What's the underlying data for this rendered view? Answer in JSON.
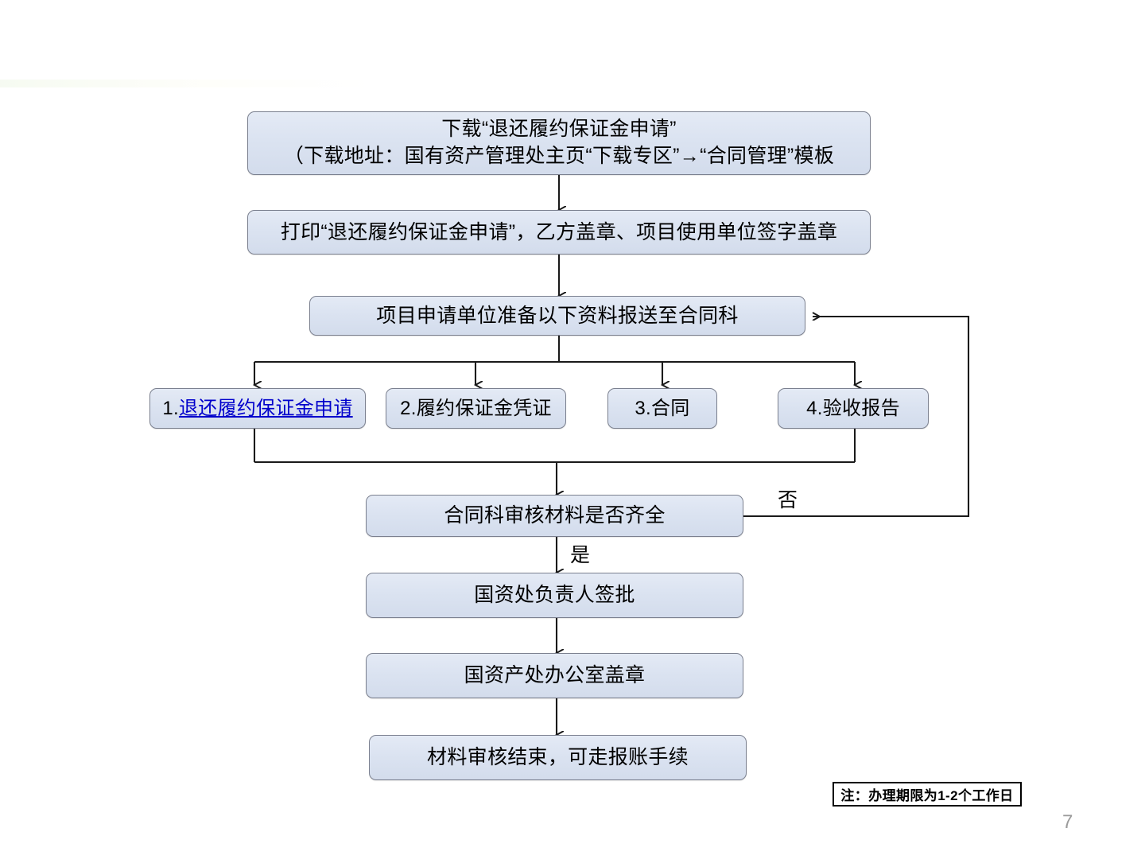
{
  "slide": {
    "page_number": "7",
    "background_color": "#ffffff"
  },
  "theme": {
    "node_fill": "#dbe3f1",
    "node_border": "#7b808f",
    "link_color": "#0000cc",
    "connector_color": "#1a1a1a",
    "page_number_color": "#9b9b9b"
  },
  "flow": {
    "title_download": "下载“退还履约保证金申请”\n（下载地址：国有资产管理处主页“下载专区”→“合同管理”模板",
    "step_print": "打印“退还履约保证金申请”，乙方盖章、项目使用单位签字盖章",
    "step_prepare": "项目申请单位准备以下资料报送至合同科",
    "materials": [
      {
        "prefix": "1.",
        "label": "退还履约保证金申请",
        "is_link": true
      },
      {
        "prefix": "",
        "label": "2.履约保证金凭证",
        "is_link": false
      },
      {
        "prefix": "",
        "label": "3.合同",
        "is_link": false
      },
      {
        "prefix": "",
        "label": "4.验收报告",
        "is_link": false
      }
    ],
    "decision": "合同科审核材料是否齐全",
    "branch_no": "否",
    "branch_yes": "是",
    "step_sign": "国资处负责人签批",
    "step_stamp": "国资产处办公室盖章",
    "step_end": "材料审核结束，可走报账手续"
  },
  "note": {
    "text": "注：办理期限为1-2个工作日"
  }
}
